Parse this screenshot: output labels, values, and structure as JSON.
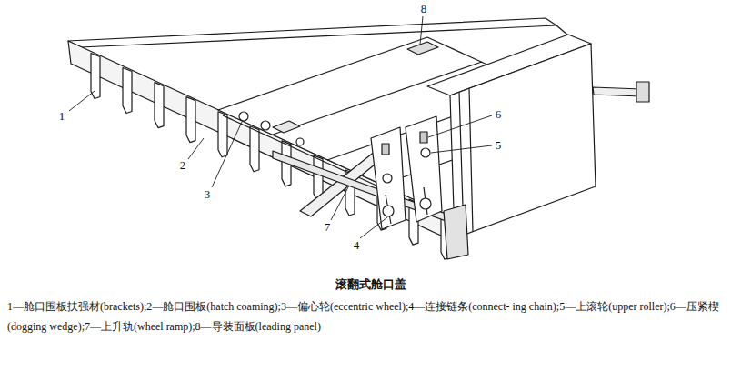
{
  "diagram": {
    "title": "滚翻式舱口盖",
    "caption": "1—舱口围板扶强材(brackets);2—舱口围板(hatch coaming);3—偏心轮(eccentric wheel);4—连接链条(connect- ing chain);5—上滚轮(upper roller);6—压紧楔(dogging wedge);7—上升轨(wheel ramp);8—导装面板(leading panel)",
    "labels": [
      "1",
      "2",
      "3",
      "4",
      "5",
      "6",
      "7",
      "8"
    ]
  }
}
